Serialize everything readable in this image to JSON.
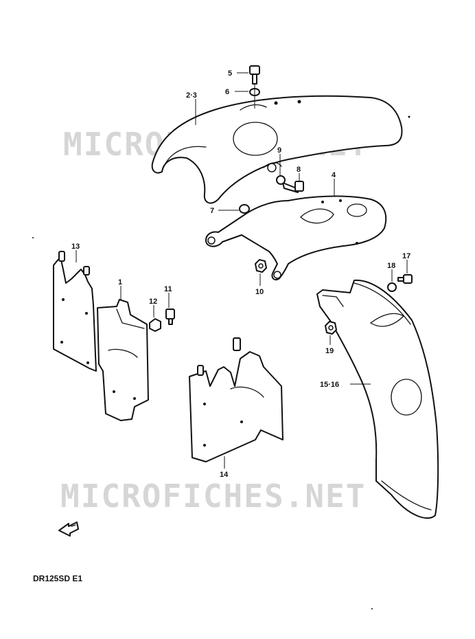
{
  "watermark": "MICROFICHES.NET",
  "model_code": "DR125SD E1",
  "callouts": {
    "c1": "1",
    "c2_3": "2·3",
    "c4": "4",
    "c5": "5",
    "c6": "6",
    "c7": "7",
    "c8": "8",
    "c9": "9",
    "c10": "10",
    "c11": "11",
    "c12": "12",
    "c13": "13",
    "c14": "14",
    "c15_16": "15·16",
    "c17": "17",
    "c18": "18",
    "c19": "19"
  },
  "icons": {
    "front_arrow": "front-direction-arrow-icon"
  },
  "colors": {
    "line": "#111111",
    "watermark": "#d6d6d6",
    "background": "#ffffff"
  }
}
